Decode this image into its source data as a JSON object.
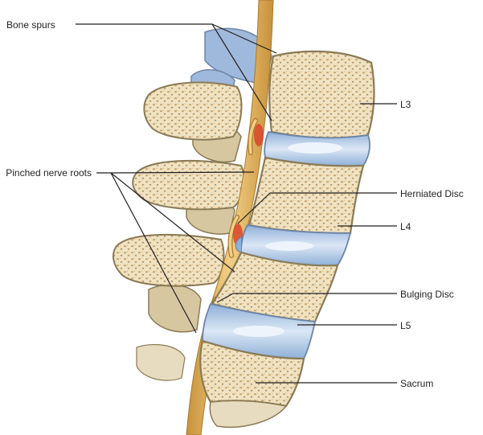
{
  "labels": {
    "bone_spurs": "Bone spurs",
    "pinched_nerve_roots": "Pinched nerve roots",
    "l3": "L3",
    "herniated_disc": "Herniated Disc",
    "l4": "L4",
    "bulging_disc": "Bulging Disc",
    "l5": "L5",
    "sacrum": "Sacrum"
  },
  "colors": {
    "bone": "#efe3c3",
    "bone_edge": "#8a7a55",
    "bone_pore": "#c9a46a",
    "disc": "#a9c2e2",
    "disc_light": "#dbe7f5",
    "nerve": "#e2b15c",
    "nerve_edge": "#a67a2e",
    "inflamed": "#d9452a",
    "leader": "#231f20"
  }
}
